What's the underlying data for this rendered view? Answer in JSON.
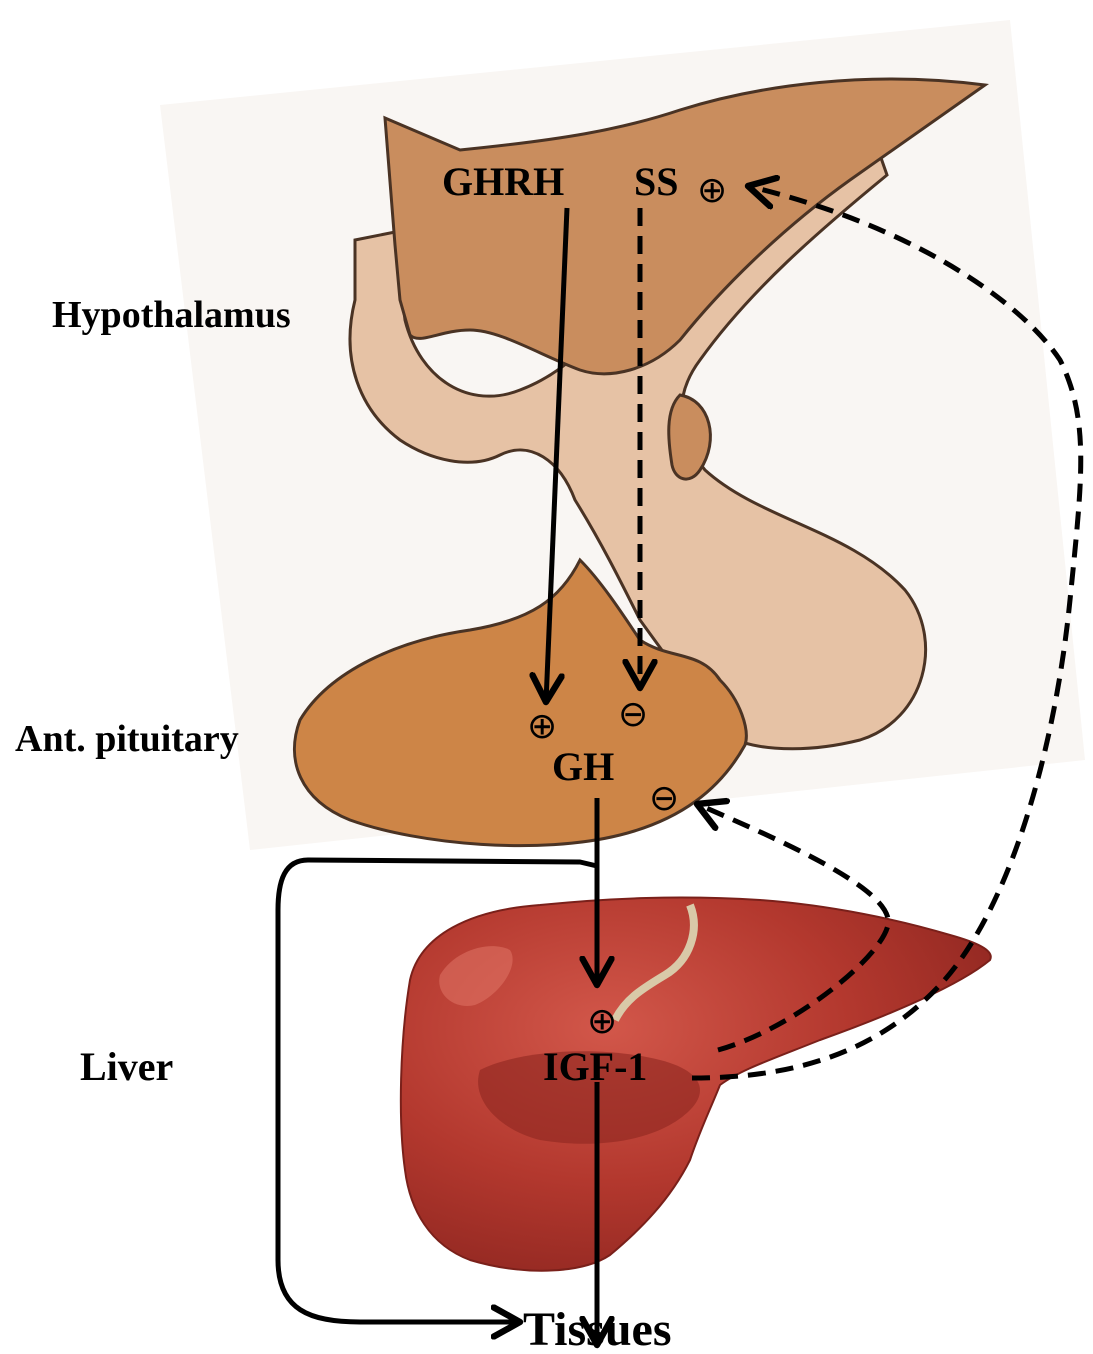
{
  "labels": {
    "hypothalamus": "Hypothalamus",
    "ant_pituitary": "Ant. pituitary",
    "liver": "Liver",
    "ghrh": "GHRH",
    "ss": "SS",
    "gh": "GH",
    "igf1": "IGF-1",
    "tissues": "Tissues"
  },
  "symbols": {
    "ss_sign": "⊕",
    "ghrh_effect": "⊕",
    "ss_effect": "⊖",
    "igf_on_gh": "⊖",
    "gh_on_liver": "⊕"
  },
  "colors": {
    "hypothalamus_dark": "#C98D5E",
    "hypothalamus_light": "#E6C2A5",
    "pituitary_anterior": "#CD8547",
    "pituitary_posterior": "#E6C2A5",
    "liver": "#B3382E",
    "liver_shadow": "#8E2620",
    "outline": "#4A3324",
    "arrow": "#000000"
  }
}
